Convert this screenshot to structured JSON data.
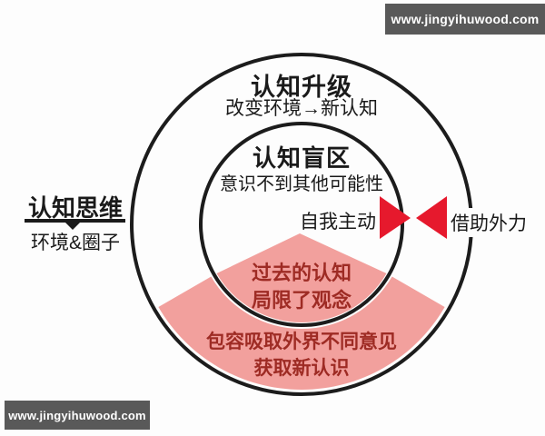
{
  "watermark": {
    "url": "www.jingyihuwood.com"
  },
  "colors": {
    "pink": "#f2a09d",
    "arrow_red": "#e6192d",
    "dark_red_text": "#9e2b24",
    "line_black": "#1c1c1c",
    "bar_gray": "#595959"
  },
  "left_label": {
    "title": "认知思维",
    "subtitle": "环境&圈子"
  },
  "outer_ring": {
    "title": "认知升级",
    "subtitle": "改变环境→新认知",
    "bottom_band_line1": "包容吸取外界不同意见",
    "bottom_band_line2": "获取新认识"
  },
  "inner_circle": {
    "title": "认知盲区",
    "subtitle": "意识不到其他可能性",
    "wedge_line1": "过去的认知",
    "wedge_line2": "局限了观念",
    "self_label": "自我主动"
  },
  "external_label": "借助外力"
}
